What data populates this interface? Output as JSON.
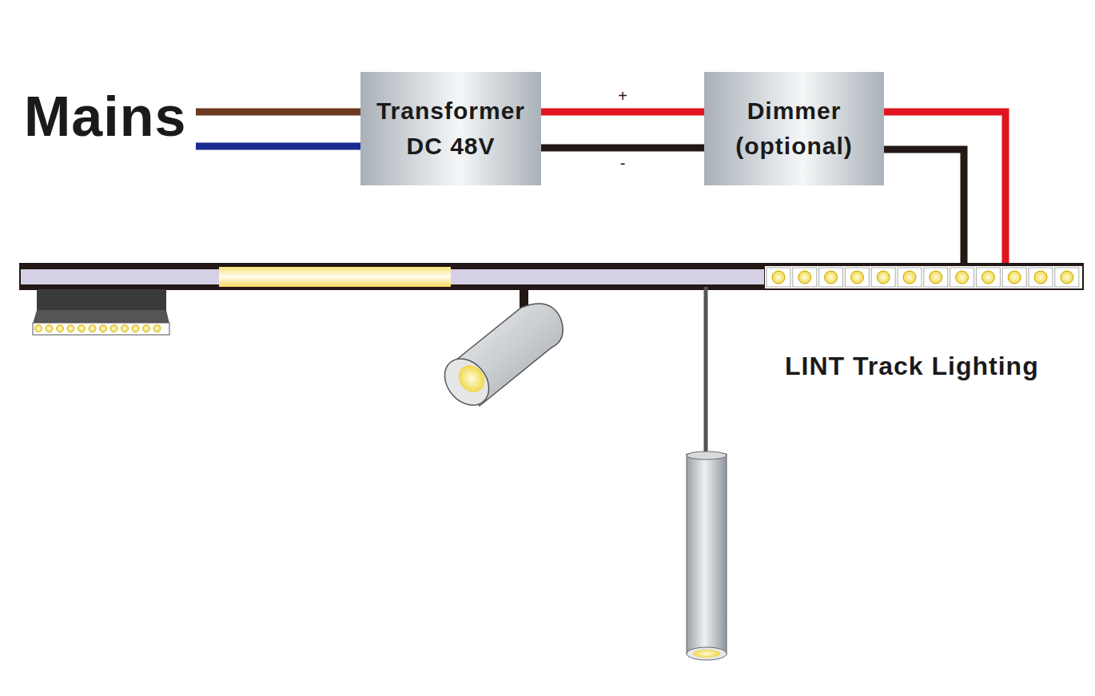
{
  "diagram": {
    "nodes": [
      {
        "text": [
          "Transformer DC 48V"
        ]
      },
      {
        "text": [
          "Dimmer (optional)"
        ]
      }
    ],
    "edges": [
      {
        "from": 0,
        "to": 1,
        "label": "+",
        "arrow": "none"
      },
      {
        "from": 0,
        "to": 1,
        "label": "-",
        "arrow": "none"
      }
    ],
    "labels": [
      "Mains",
      "LINT Track Lighting"
    ]
  }
}
